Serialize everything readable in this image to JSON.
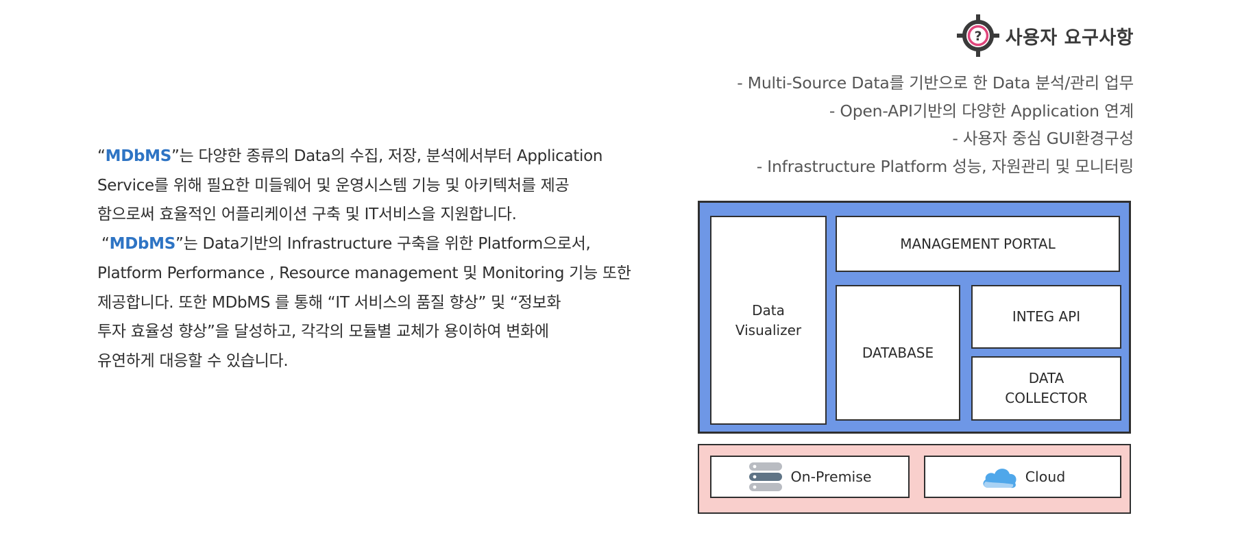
{
  "requirements": {
    "title": "사용자 요구사항",
    "icon": "target-question-icon",
    "items": [
      "- Multi-Source Data를 기반으로 한 Data 분석/관리 업무",
      "- Open-API기반의 다양한 Application 연계",
      "- 사용자 중심 GUI환경구성",
      "- Infrastructure Platform 성능, 자원관리 및 모니터링"
    ]
  },
  "description": {
    "brand": "MDbMS",
    "open_quote": "“",
    "close_quote": "”",
    "p1_line1_rest": "는 다양한 종류의 Data의 수집, 저장, 분석에서부터 Application",
    "p1_line2": "Service를 위해 필요한 미들웨어 및 운영시스템 기능 및 아키텍처를 제공",
    "p1_line3": "함으로써 효율적인 어플리케이션 구축 및 IT서비스을 지원합니다.",
    "p2_line1_rest": "는 Data기반의 Infrastructure 구축을 위한 Platform으로서,",
    "p2_line2": "Platform Performance , Resource management 및 Monitoring 기능 또한",
    "p2_line3": "제공합니다. 또한 MDbMS 를 통해 “IT 서비스의 품질 향상”  및 “정보화",
    "p2_line4": "투자 효율성 향상”을 달성하고, 각각의 모듈별 교체가 용이하여 변화에",
    "p2_line5": "유연하게 대응할 수 있습니다."
  },
  "architecture": {
    "colors": {
      "platform": "#6e97e6",
      "infra": "#f9cfcc",
      "brand": "#2e74c4"
    },
    "visualizer": [
      "Data",
      "Visualizer"
    ],
    "management_portal": "MANAGEMENT PORTAL",
    "database": "DATABASE",
    "integ_api": "INTEG API",
    "collector": [
      "DATA",
      "COLLECTOR"
    ],
    "on_premise": {
      "label": "On-Premise",
      "icon": "server-stack-icon"
    },
    "cloud": {
      "label": "Cloud",
      "icon": "cloud-icon"
    }
  }
}
